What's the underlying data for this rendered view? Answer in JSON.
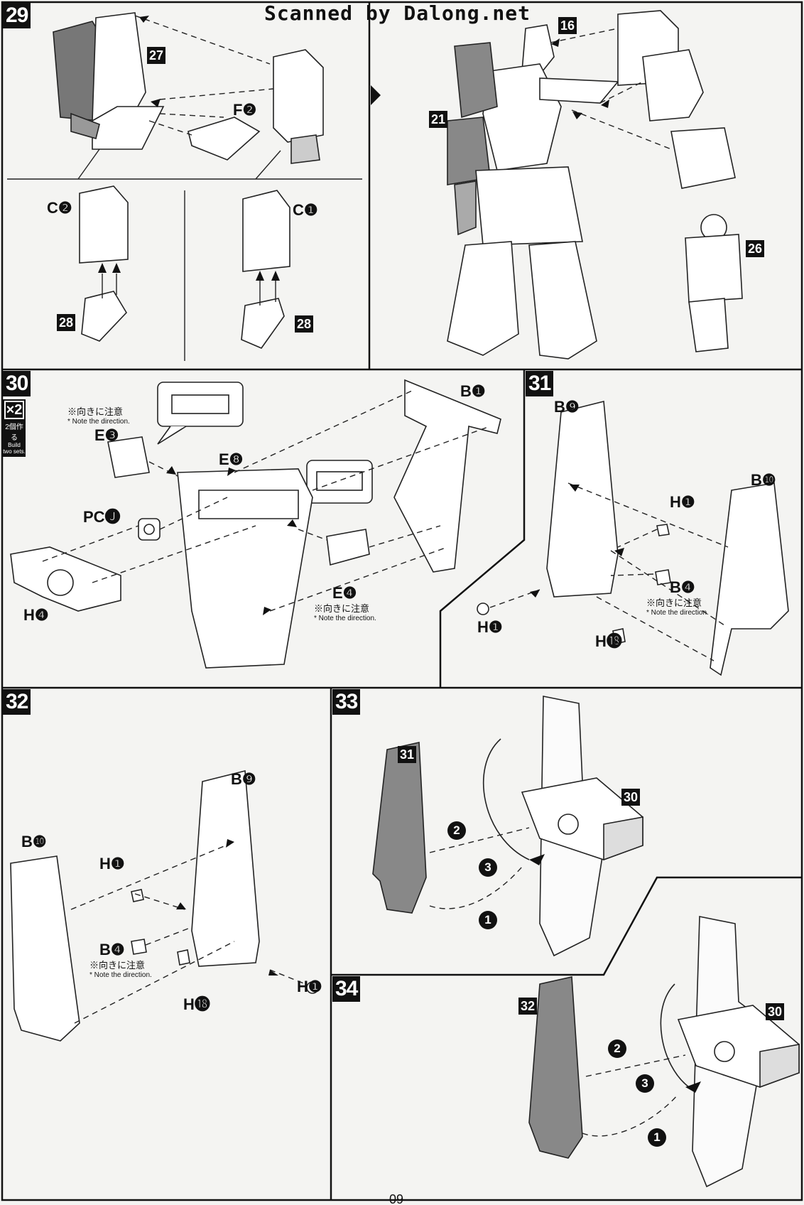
{
  "header": {
    "credit": "Scanned by Dalong.net"
  },
  "page_number": "09",
  "steps": {
    "s29": {
      "number": "29",
      "parts": {
        "f2": "F❷",
        "c2": "C❷",
        "c1": "C❶"
      },
      "refs": {
        "r27": "27",
        "r28a": "28",
        "r28b": "28",
        "r16": "16",
        "r21": "21",
        "r26": "26"
      }
    },
    "s30": {
      "number": "30",
      "build_count": "×2",
      "build_jp": "2個作る",
      "build_en": "Build two sets.",
      "parts": {
        "e3": "E❸",
        "e8": "E❽",
        "e4": "E❹",
        "b1": "B❶",
        "pcj": "PC🅙",
        "h4": "H❹"
      },
      "note_jp": "※向きに注意",
      "note_en": "* Note the direction."
    },
    "s31": {
      "number": "31",
      "parts": {
        "b9": "B❾",
        "b10": "B❿",
        "h1a": "H❶",
        "h1b": "H❶",
        "b4": "B❹",
        "h18": "H⓲"
      },
      "note_jp": "※向きに注意",
      "note_en": "* Note the direction."
    },
    "s32": {
      "number": "32",
      "parts": {
        "b9": "B❾",
        "b10": "B❿",
        "h1a": "H❶",
        "h1b": "H❶",
        "b4": "B❹",
        "h18": "H⓲"
      },
      "note_jp": "※向きに注意",
      "note_en": "* Note the direction."
    },
    "s33": {
      "number": "33",
      "refs": {
        "r31": "31",
        "r30": "30"
      },
      "seq": [
        "1",
        "2",
        "3"
      ]
    },
    "s34": {
      "number": "34",
      "refs": {
        "r32": "32",
        "r30": "30"
      },
      "seq": [
        "1",
        "2",
        "3"
      ]
    }
  }
}
